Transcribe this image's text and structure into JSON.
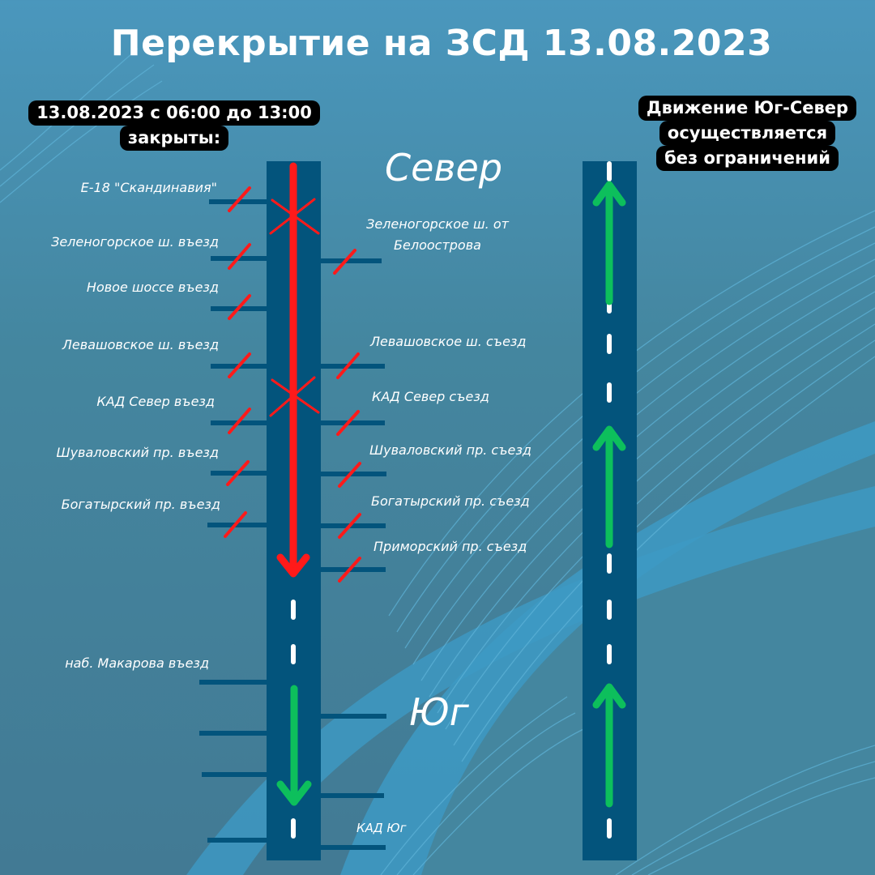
{
  "title": "Перекрытие на ЗСД 13.08.2023",
  "left_notice": {
    "line1": "13.08.2023 с 06:00 до 13:00",
    "line2": "закрыты:"
  },
  "right_notice": {
    "line1": "Движение Юг-Север",
    "line2": "осуществляется",
    "line3": "без ограничений"
  },
  "direction_labels": {
    "north": "Север",
    "south": "Юг"
  },
  "left_ramps": [
    {
      "label": "Е-18 \"Скандинавия\"",
      "closed": true
    },
    {
      "label": "Зеленогорское ш. въезд",
      "closed": true
    },
    {
      "label": "Новое шоссе въезд",
      "closed": true
    },
    {
      "label": "Левашовское ш. въезд",
      "closed": true
    },
    {
      "label": "КАД Север въезд",
      "closed": true
    },
    {
      "label": "Шуваловский пр. въезд",
      "closed": true
    },
    {
      "label": "Богатырский пр. въезд",
      "closed": true
    },
    {
      "label": "наб. Макарова въезд",
      "closed": false
    }
  ],
  "right_ramps": [
    {
      "label_line1": "Зеленогорское ш.  от",
      "label_line2": "Белоострова",
      "closed": true
    },
    {
      "label": "Левашовское ш. съезд",
      "closed": true
    },
    {
      "label": "КАД Север съезд",
      "closed": true
    },
    {
      "label": "Шуваловский пр. съезд",
      "closed": true
    },
    {
      "label": "Богатырский пр. съезд",
      "closed": true
    },
    {
      "label": "Приморский пр. съезд",
      "closed": true
    },
    {
      "label": "КАД Юг",
      "closed": false
    }
  ],
  "colors": {
    "road": "#03547c",
    "closed": "#ff1a1a",
    "open": "#0dbf5c",
    "marking": "#ffffff",
    "background": "#44869f",
    "accent_wave": "#3d9ac4"
  }
}
